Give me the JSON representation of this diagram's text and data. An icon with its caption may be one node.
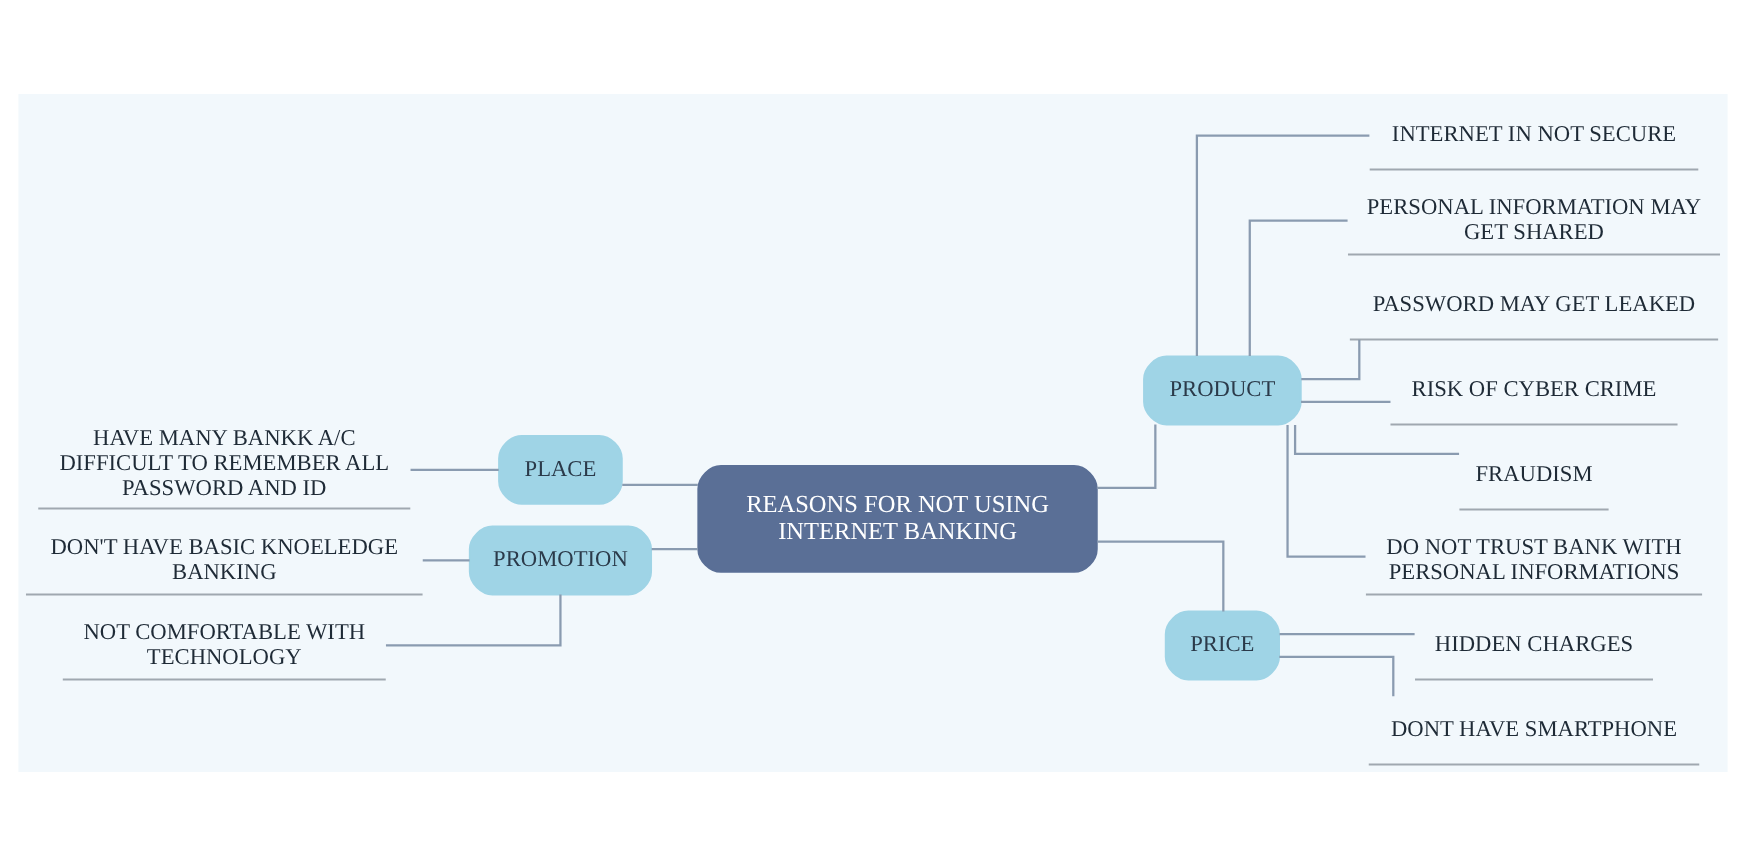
{
  "diagram": {
    "nodes": [
      {
        "text": [
          "REASONS FOR NOT USING INTERNET BANKING"
        ]
      },
      {
        "text": [
          "PRODUCT"
        ]
      },
      {
        "text": [
          "INTERNET IN NOT SECURE"
        ]
      },
      {
        "text": [
          "PERSONAL INFORMATION MAY GET SHARED"
        ]
      },
      {
        "text": [
          "PASSWORD MAY GET LEAKED"
        ]
      },
      {
        "text": [
          "RISK OF CYBER CRIME"
        ]
      },
      {
        "text": [
          "FRAUDISM"
        ]
      },
      {
        "text": [
          "DO NOT TRUST BANK WITH PERSONAL INFORMATIONS"
        ]
      },
      {
        "text": [
          "PRICE"
        ]
      },
      {
        "text": [
          "HIDDEN CHARGES"
        ]
      },
      {
        "text": [
          "DONT HAVE SMARTPHONE"
        ]
      },
      {
        "text": [
          "PLACE"
        ]
      },
      {
        "text": [
          "HAVE MANY BANKK A/C DIFFICULT TO REMEMBER ALL PASSWORD AND ID"
        ]
      },
      {
        "text": [
          "PROMOTION"
        ]
      },
      {
        "text": [
          "DON'T HAVE BASIC KNOELEDGE BANKING"
        ]
      },
      {
        "text": [
          "NOT COMFORTABLE WITH TECHNOLOGY"
        ]
      }
    ],
    "edges": [
      {
        "from": 12,
        "to": 11,
        "arrow": "none"
      },
      {
        "from": 11,
        "to": 0,
        "arrow": "none"
      },
      {
        "from": 14,
        "to": 13,
        "arrow": "none"
      },
      {
        "from": 15,
        "to": 13,
        "arrow": "none"
      },
      {
        "from": 13,
        "to": 0,
        "arrow": "none"
      },
      {
        "from": 0,
        "to": 1,
        "arrow": "none"
      },
      {
        "from": 1,
        "to": 2,
        "arrow": "none"
      },
      {
        "from": 1,
        "to": 3,
        "arrow": "none"
      },
      {
        "from": 1,
        "to": 4,
        "arrow": "none"
      },
      {
        "from": 1,
        "to": 5,
        "arrow": "none"
      },
      {
        "from": 1,
        "to": 6,
        "arrow": "none"
      },
      {
        "from": 1,
        "to": 7,
        "arrow": "none"
      },
      {
        "from": 0,
        "to": 8,
        "arrow": "none"
      },
      {
        "from": 8,
        "to": 9,
        "arrow": "none"
      },
      {
        "from": 8,
        "to": 10,
        "arrow": "none"
      }
    ]
  }
}
